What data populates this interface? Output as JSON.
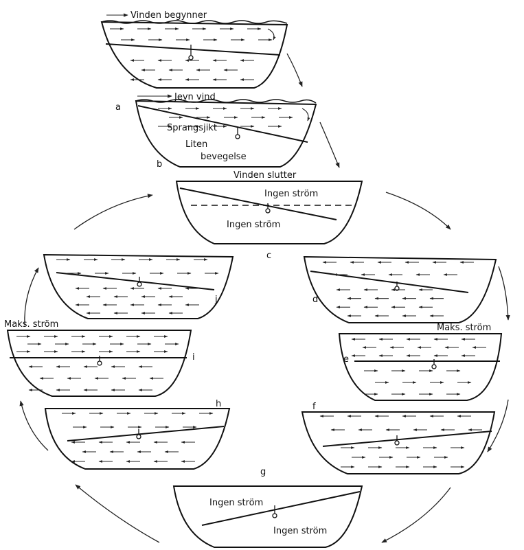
{
  "labels": {
    "a_top": "Vinden begynner",
    "b_top": "Jevn vind",
    "b_thermo": "Sprangsjikt",
    "b_low1": "Liten",
    "b_low2": "bevegelse",
    "c_top": "Vinden slutter",
    "c_upper": "Ingen ström",
    "c_lower": "Ingen ström",
    "i_top": "Maks. ström",
    "e_top": "Maks. ström",
    "g_upper": "Ingen ström",
    "g_lower": "Ingen ström"
  },
  "panel_letters": {
    "a": "a",
    "b": "b",
    "c": "c",
    "d": "d",
    "e": "e",
    "f": "f",
    "g": "g",
    "h": "h",
    "i": "i",
    "j": "j"
  },
  "flow": {
    "a": {
      "upper": "right",
      "lower": "left"
    },
    "b": {
      "upper": "right",
      "lower": "none"
    },
    "c": {
      "upper": "none",
      "lower": "none"
    },
    "d": {
      "upper": "left",
      "lower": "left"
    },
    "e": {
      "upper": "left",
      "lower": "right"
    },
    "f": {
      "upper": "left",
      "lower": "right"
    },
    "g": {
      "upper": "none",
      "lower": "none"
    },
    "h": {
      "upper": "right",
      "lower": "left"
    },
    "i": {
      "upper": "right",
      "lower": "left"
    },
    "j": {
      "upper": "right",
      "lower": "left"
    }
  }
}
